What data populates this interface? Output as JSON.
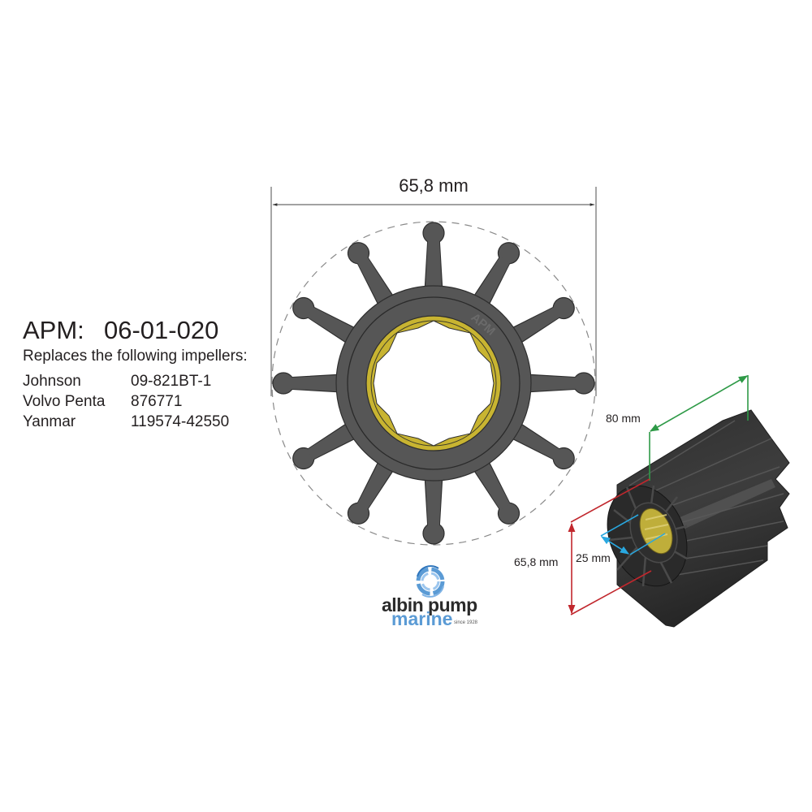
{
  "spec": {
    "apm_label": "APM:",
    "apm_number": "06-01-020",
    "subtitle": "Replaces the following impellers:",
    "replacements": [
      {
        "brand": "Johnson",
        "part": "09-821BT-1"
      },
      {
        "brand": "Volvo Penta",
        "part": "876771"
      },
      {
        "brand": "Yanmar",
        "part": "119574-42550"
      }
    ]
  },
  "front_view": {
    "diameter_label": "65,8 mm",
    "vane_count": 12,
    "hub_mark": "APM",
    "colors": {
      "rubber": "#565656",
      "outline": "#2e2e2e",
      "brass": "#c8b431",
      "dash": "#8a8a8a"
    }
  },
  "iso_view": {
    "length_label": "80 mm",
    "diameter_label": "65,8 mm",
    "bore_label": "25 mm",
    "colors": {
      "length": "#2e9a47",
      "diameter": "#c1272d",
      "bore": "#29a8e0"
    }
  },
  "logo": {
    "line1": "albin pump",
    "line2": "marine",
    "since": "since 1928"
  }
}
